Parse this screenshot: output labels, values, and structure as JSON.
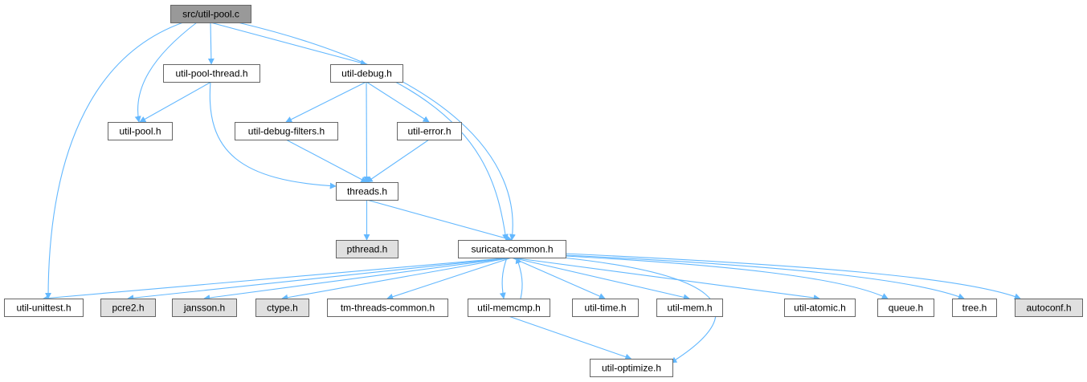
{
  "colors": {
    "edge": "#63b8ff",
    "node_fill": "#ffffff",
    "node_fill_focus": "#999999",
    "node_fill_missing": "#e0e0e0",
    "node_border": "#666666",
    "text": "#000000"
  },
  "nodes": [
    {
      "id": "util-pool-c",
      "label": "src/util-pool.c",
      "kind": "focus"
    },
    {
      "id": "util-pool-thread-h",
      "label": "util-pool-thread.h",
      "kind": "normal"
    },
    {
      "id": "util-debug-h",
      "label": "util-debug.h",
      "kind": "normal"
    },
    {
      "id": "util-pool-h",
      "label": "util-pool.h",
      "kind": "normal"
    },
    {
      "id": "util-debug-filters-h",
      "label": "util-debug-filters.h",
      "kind": "normal"
    },
    {
      "id": "util-error-h",
      "label": "util-error.h",
      "kind": "normal"
    },
    {
      "id": "threads-h",
      "label": "threads.h",
      "kind": "normal"
    },
    {
      "id": "pthread-h",
      "label": "pthread.h",
      "kind": "missing"
    },
    {
      "id": "suricata-common-h",
      "label": "suricata-common.h",
      "kind": "normal"
    },
    {
      "id": "util-unittest-h",
      "label": "util-unittest.h",
      "kind": "normal"
    },
    {
      "id": "pcre2-h",
      "label": "pcre2.h",
      "kind": "missing"
    },
    {
      "id": "jansson-h",
      "label": "jansson.h",
      "kind": "missing"
    },
    {
      "id": "ctype-h",
      "label": "ctype.h",
      "kind": "missing"
    },
    {
      "id": "tm-threads-common-h",
      "label": "tm-threads-common.h",
      "kind": "normal"
    },
    {
      "id": "util-memcmp-h",
      "label": "util-memcmp.h",
      "kind": "normal"
    },
    {
      "id": "util-time-h",
      "label": "util-time.h",
      "kind": "normal"
    },
    {
      "id": "util-mem-h",
      "label": "util-mem.h",
      "kind": "normal"
    },
    {
      "id": "util-atomic-h",
      "label": "util-atomic.h",
      "kind": "normal"
    },
    {
      "id": "queue-h",
      "label": "queue.h",
      "kind": "normal"
    },
    {
      "id": "tree-h",
      "label": "tree.h",
      "kind": "normal"
    },
    {
      "id": "autoconf-h",
      "label": "autoconf.h",
      "kind": "missing"
    },
    {
      "id": "util-optimize-h",
      "label": "util-optimize.h",
      "kind": "normal"
    }
  ],
  "edges": [
    {
      "from": "util-pool-c",
      "to": "util-pool-thread-h"
    },
    {
      "from": "util-pool-c",
      "to": "util-debug-h"
    },
    {
      "from": "util-pool-c",
      "to": "util-pool-h"
    },
    {
      "from": "util-pool-c",
      "to": "util-unittest-h"
    },
    {
      "from": "util-pool-c",
      "to": "suricata-common-h"
    },
    {
      "from": "util-pool-thread-h",
      "to": "util-pool-h"
    },
    {
      "from": "util-pool-thread-h",
      "to": "threads-h"
    },
    {
      "from": "util-debug-h",
      "to": "util-debug-filters-h"
    },
    {
      "from": "util-debug-h",
      "to": "util-error-h"
    },
    {
      "from": "util-debug-h",
      "to": "threads-h"
    },
    {
      "from": "util-debug-h",
      "to": "suricata-common-h"
    },
    {
      "from": "util-debug-filters-h",
      "to": "threads-h"
    },
    {
      "from": "util-error-h",
      "to": "threads-h"
    },
    {
      "from": "threads-h",
      "to": "pthread-h"
    },
    {
      "from": "threads-h",
      "to": "suricata-common-h"
    },
    {
      "from": "suricata-common-h",
      "to": "util-unittest-h"
    },
    {
      "from": "suricata-common-h",
      "to": "pcre2-h"
    },
    {
      "from": "suricata-common-h",
      "to": "jansson-h"
    },
    {
      "from": "suricata-common-h",
      "to": "ctype-h"
    },
    {
      "from": "suricata-common-h",
      "to": "tm-threads-common-h"
    },
    {
      "from": "suricata-common-h",
      "to": "util-memcmp-h"
    },
    {
      "from": "suricata-common-h",
      "to": "util-time-h"
    },
    {
      "from": "suricata-common-h",
      "to": "util-mem-h"
    },
    {
      "from": "suricata-common-h",
      "to": "util-atomic-h"
    },
    {
      "from": "suricata-common-h",
      "to": "queue-h"
    },
    {
      "from": "suricata-common-h",
      "to": "tree-h"
    },
    {
      "from": "suricata-common-h",
      "to": "autoconf-h"
    },
    {
      "from": "suricata-common-h",
      "to": "util-optimize-h"
    },
    {
      "from": "util-memcmp-h",
      "to": "suricata-common-h"
    },
    {
      "from": "util-memcmp-h",
      "to": "util-optimize-h"
    }
  ]
}
